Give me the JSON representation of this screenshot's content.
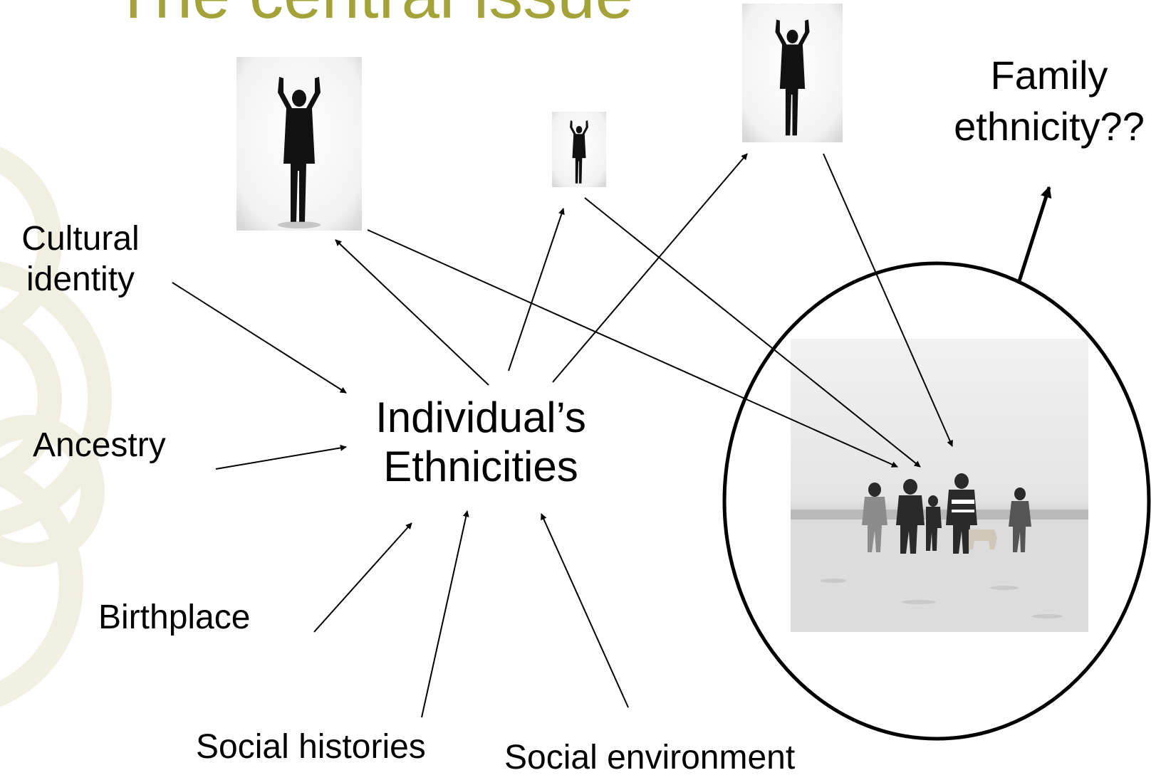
{
  "slide": {
    "title": "The central issue"
  },
  "labels": {
    "cultural_identity": [
      "Cultural",
      "identity"
    ],
    "ancestry": "Ancestry",
    "birthplace": "Birthplace",
    "social_histories": "Social histories",
    "social_environment": "Social environment",
    "center": [
      "Individual’s",
      "Ethnicities"
    ],
    "family_ethnicity": [
      "Family",
      "ethnicity??"
    ]
  },
  "colors": {
    "title": "#a3a33a",
    "swirl": "#ece9d6",
    "ink": "#000000"
  },
  "images": {
    "person_large": "silhouette-person-arms-raised",
    "person_small": "silhouette-person-arms-raised",
    "person_top": "silhouette-person-arms-raised",
    "family": "family-walking-on-beach"
  }
}
